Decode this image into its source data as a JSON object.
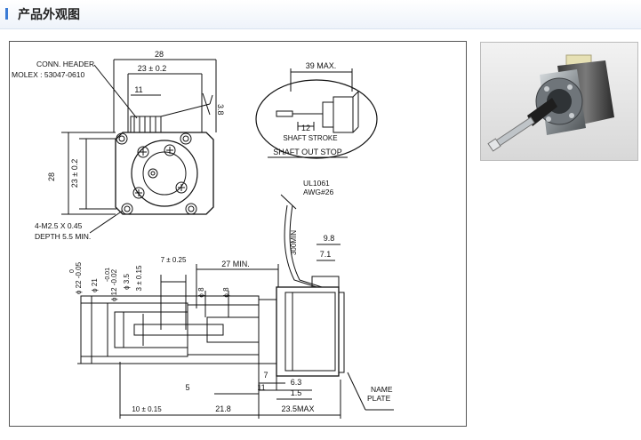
{
  "header": {
    "title": "产品外观图"
  },
  "drawing": {
    "front_view": {
      "width_label": "28",
      "pitch_label": "23 ± 0.2",
      "header_width_label": "11",
      "header_height_label": "3.8",
      "height_label": "28",
      "vert_pitch_label": "23 ± 0.2",
      "conn_header_line1": "CONN. HEADER",
      "conn_header_line2": "MOLEX : 53047-0610",
      "screw_line1": "4-M2.5 X 0.45",
      "screw_line2": "DEPTH 5.5 MIN."
    },
    "shaft_detail": {
      "max_label": "39 MAX.",
      "stroke_value": "12",
      "stroke_label": "SHAFT STROKE",
      "title": "SHAFT OUT STOP"
    },
    "side_view": {
      "ul_label": "UL1061",
      "awg_label": "AWG#26",
      "lead_label": "300MIN",
      "d98": "9.8",
      "d71": "7.1",
      "d27": "27 MIN.",
      "d7_025": "7 ± 0.25",
      "dia22_a": "0",
      "dia22_b": "ϕ 22 -0.05",
      "dia21": "ϕ 21",
      "dia12_a": "-0.01",
      "dia12_b": "ϕ 12 -0.02",
      "dia35": "ϕ 3.5",
      "d3": "3 ± 0.15",
      "dia8_left": "ϕ 8",
      "dia8_right": "ϕ 8",
      "d7": "7",
      "d63": "6.3",
      "d11": "11",
      "d15": "1.5",
      "d5": "5",
      "d10": "10 ± 0.15",
      "d218": "21.8",
      "d235": "23.5MAX",
      "name_plate_1": "NAME",
      "name_plate_2": "PLATE"
    }
  }
}
